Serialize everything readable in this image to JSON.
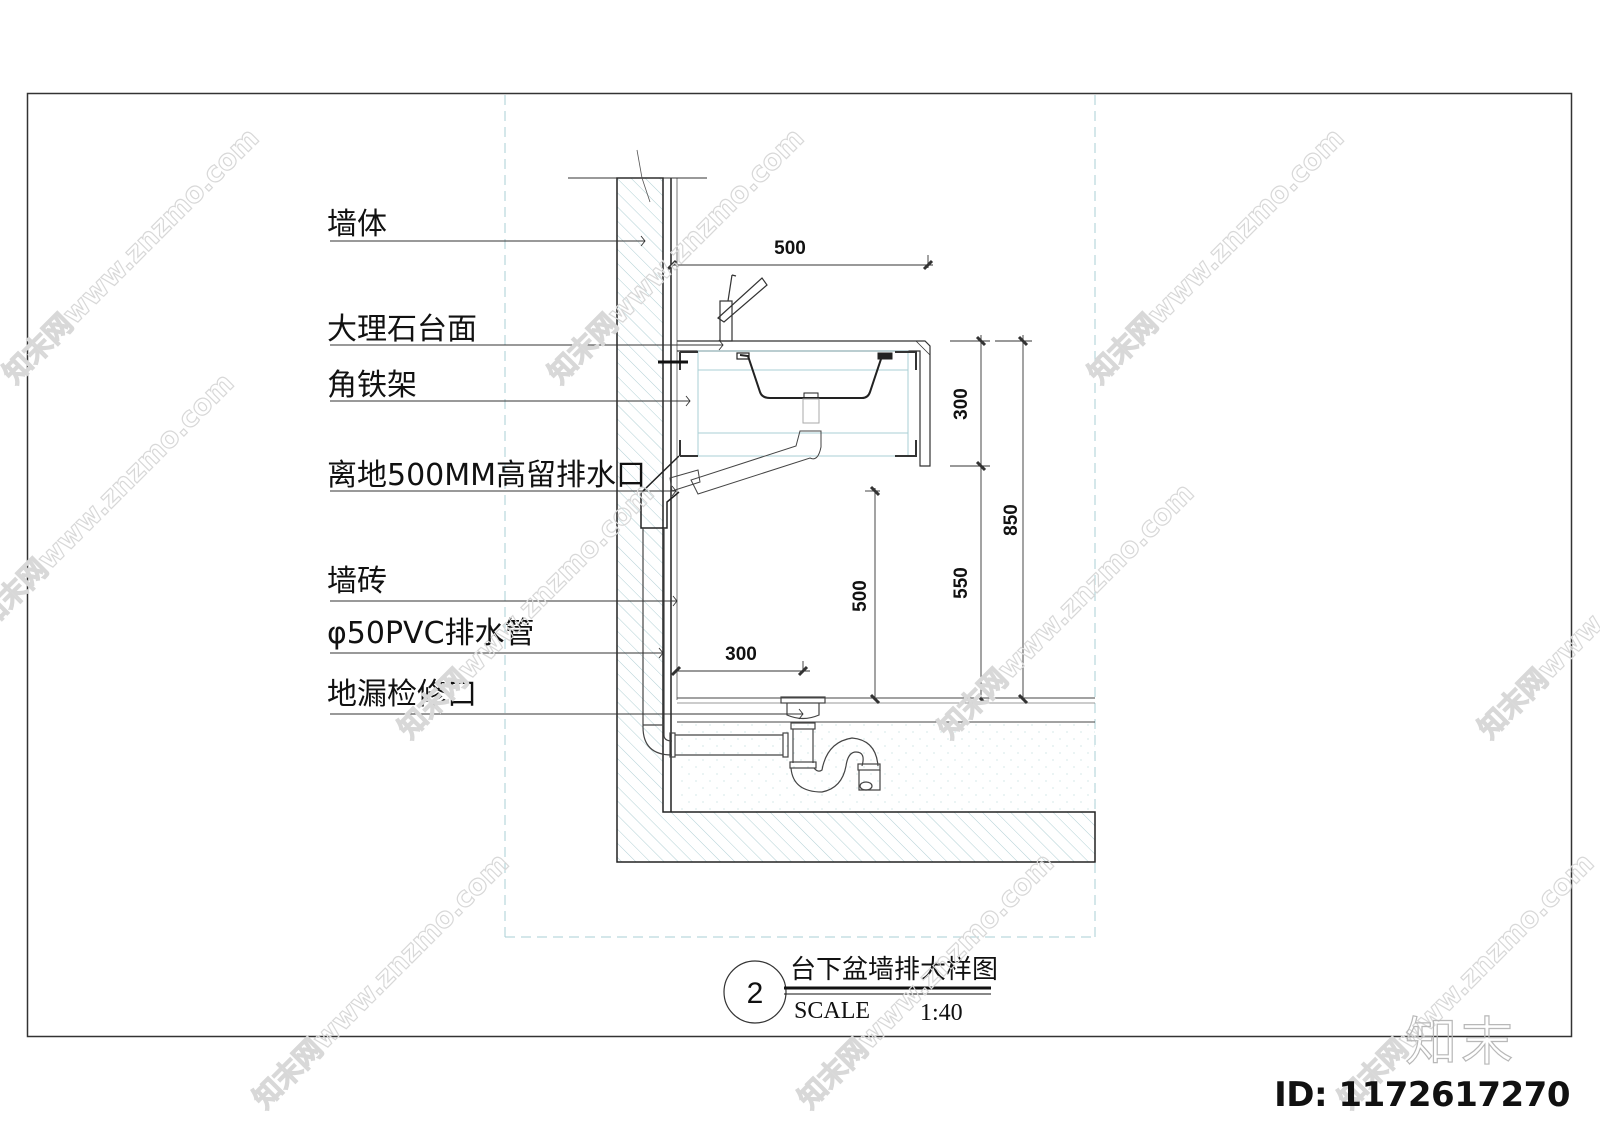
{
  "labels": {
    "wall": "墙体",
    "marble_countertop": "大理石台面",
    "angle_iron_bracket": "角铁架",
    "drain_outlet": "离地500MM高留排水口",
    "wall_tile": "墙砖",
    "pvc_pipe": "φ50PVC排水管",
    "floor_drain_access": "地漏检修口"
  },
  "dimensions": {
    "counter_depth": "500",
    "basin_height": "300",
    "drain_height": "500",
    "below_counter": "550",
    "total_height": "850",
    "floor_drain_offset": "300"
  },
  "title_block": {
    "number": "2",
    "title": "台下盆墙排大样图",
    "scale_label": "SCALE",
    "scale_value": "1:40"
  },
  "watermark": {
    "text": "知末网www.znzmo.com",
    "brand": "知末"
  },
  "id_tag": "ID: 1172617270",
  "colors": {
    "line": "#222222",
    "hatch": "#9cc3c9",
    "guide": "#aacfd4",
    "paper": "#ffffff"
  }
}
